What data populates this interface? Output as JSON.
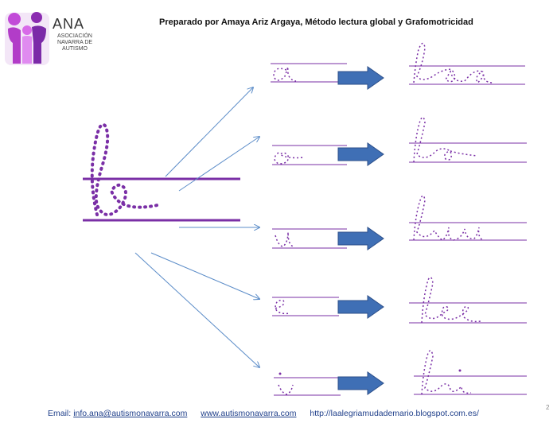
{
  "logo": {
    "name": "ANA",
    "subtitle_lines": [
      "ASOCIACIÓN",
      "NAVARRA DE",
      "AUTISMO"
    ]
  },
  "header": "Preparado por Amaya Ariz Argaya, Método lectura global y Grafomotricidad",
  "page_number": "2",
  "footer": {
    "email_label": "Email:",
    "email": "info.ana@autismonavarra.com",
    "website": "www.autismonavarra.com",
    "blog": "http://laalegriamudademario.blogspot.com.es/"
  },
  "colors": {
    "purple": "#7a2fa6",
    "arrow_blue": "#3f6fb5",
    "thin_arrow": "#5b8cc8"
  },
  "rows": [
    {
      "vowel": "a",
      "result": "ba"
    },
    {
      "vowel": "o",
      "result": "bo"
    },
    {
      "vowel": "u",
      "result": "bu"
    },
    {
      "vowel": "e",
      "result": "be"
    },
    {
      "vowel": "i",
      "result": "bi"
    }
  ]
}
